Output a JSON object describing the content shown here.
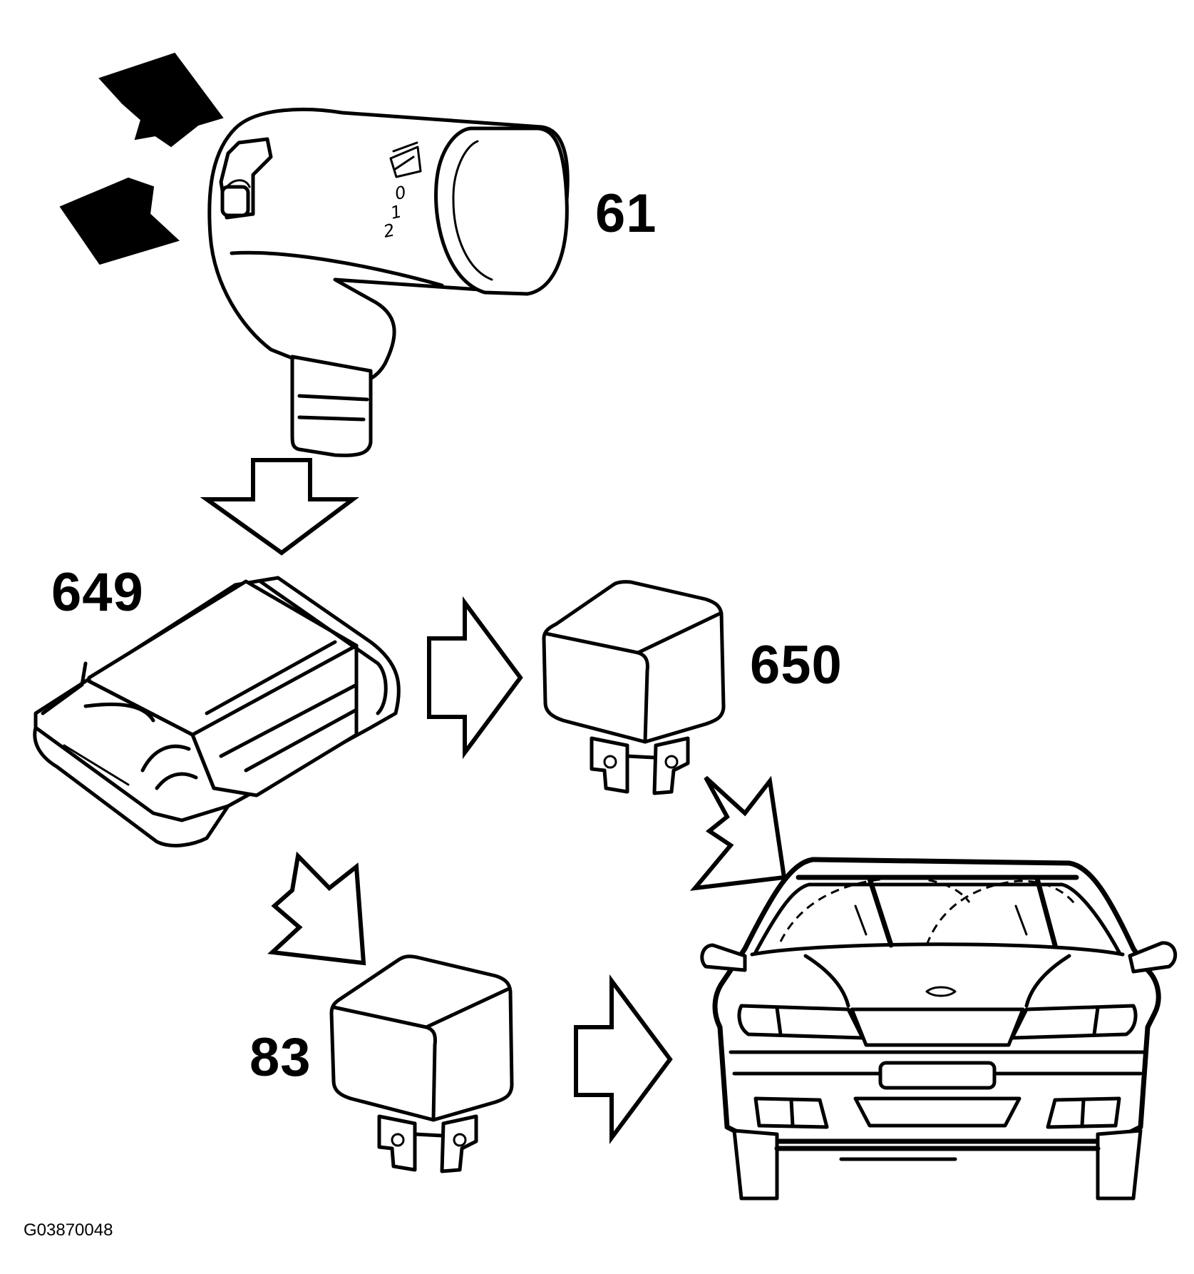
{
  "labels": {
    "switch": "61",
    "control_module": "649",
    "relay_upper": "650",
    "relay_lower": "83"
  },
  "switch_markings": {
    "pos_0": "0",
    "pos_1": "1",
    "pos_2": "2"
  },
  "figure_code": "G03870048",
  "colors": {
    "line": "#000000",
    "background": "#ffffff"
  }
}
